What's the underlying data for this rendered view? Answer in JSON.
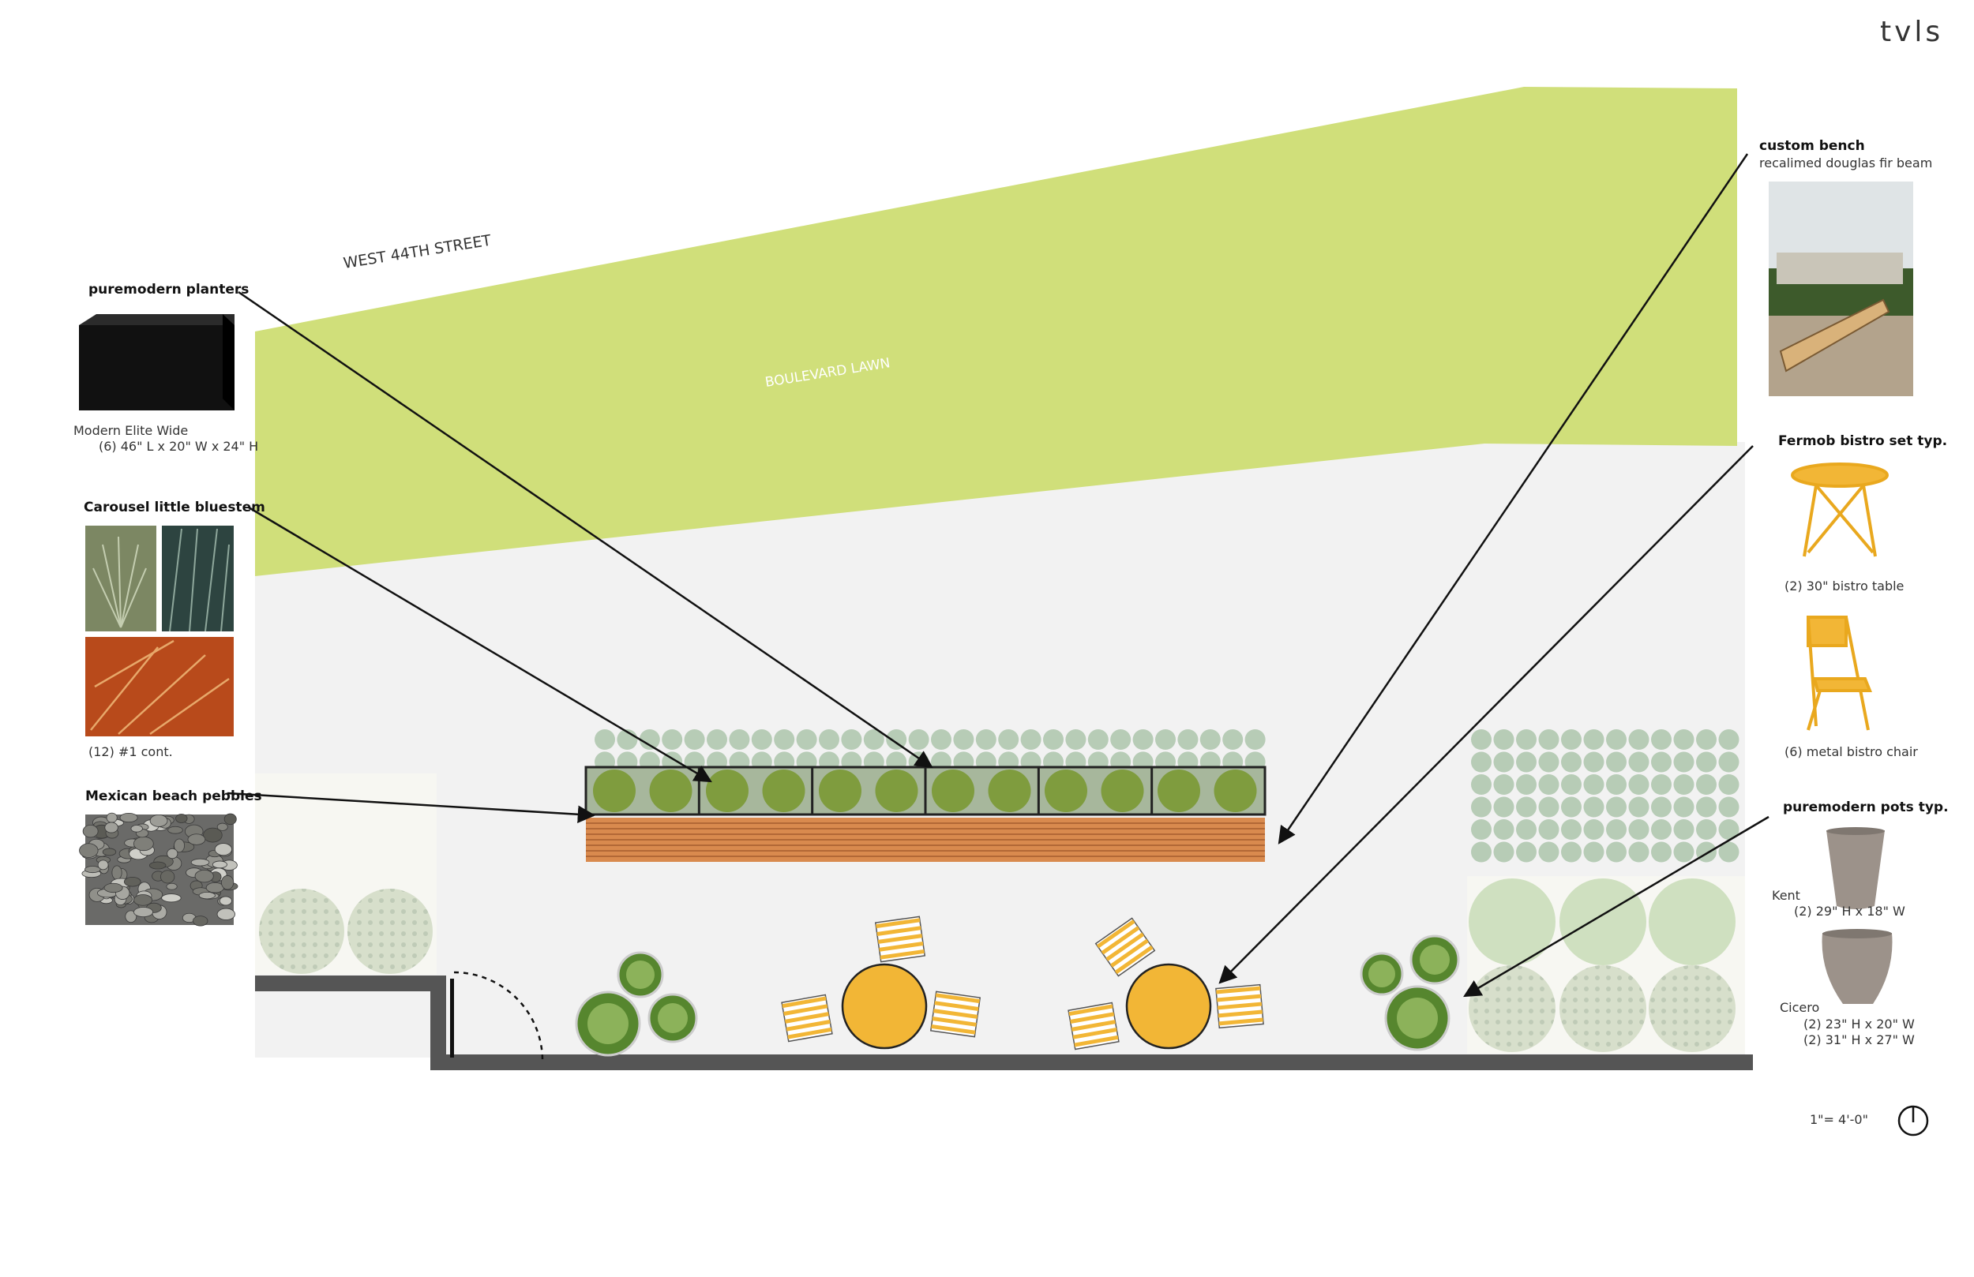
{
  "logo": "tvls",
  "colors": {
    "lawn": "#d0df7a",
    "paving": "#f2f2f2",
    "groundcover": "#b7ccb6",
    "shrub_light": "#cfe0c0",
    "planter_plant": "#7f9c3e",
    "planter_box": "#a7b79c",
    "bench_wood": "#d98a4e",
    "furniture": "#f2b636",
    "wall": "#555555",
    "leader": "#111111"
  },
  "site": {
    "street_label": "WEST 44TH STREET",
    "lawn_label": "BOULEVARD LAWN"
  },
  "callouts": {
    "planters": {
      "title": "puremodern planters",
      "model": "Modern Elite Wide",
      "spec": "(6) 46\" L x 20\" W x 24\" H"
    },
    "bluestem": {
      "title": "Carousel little bluestem",
      "spec": "(12) #1 cont."
    },
    "pebbles": {
      "title": "Mexican beach pebbles"
    },
    "bench": {
      "title": "custom bench",
      "spec": "recalimed douglas fir beam"
    },
    "bistro": {
      "title": "Fermob bistro set typ.",
      "table_spec": "(2) 30\" bistro table",
      "chair_spec": "(6) metal bistro chair"
    },
    "pots": {
      "title": "puremodern pots typ.",
      "kent_name": "Kent",
      "kent_spec": "(2) 29\" H x 18\" W",
      "cicero_name": "Cicero",
      "cicero_spec_1": "(2) 23\" H x 20\" W",
      "cicero_spec_2": "(2) 31\" H x 27\" W"
    }
  },
  "scale": "1\"= 4'-0\"",
  "icons": {
    "north_arrow": "north-arrow-icon"
  }
}
